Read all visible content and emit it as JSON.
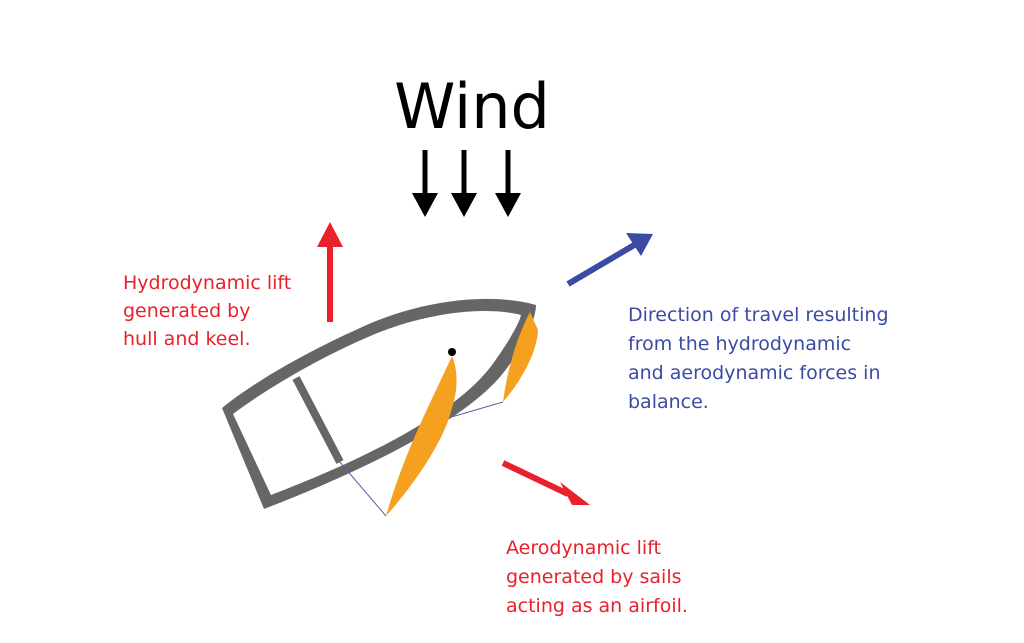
{
  "title": "Wind",
  "labels": {
    "hydro": [
      "Hydrodynamic lift",
      "generated by",
      "hull and keel."
    ],
    "travel": [
      "Direction of travel resulting",
      "from the hydrodynamic",
      "and aerodynamic forces in",
      "balance."
    ],
    "aero": [
      "Aerodynamic lift",
      "generated by sails",
      "acting as an airfoil."
    ]
  },
  "colors": {
    "wind": "#000000",
    "lift": "#e8212b",
    "travel": "#3b4aa3",
    "hull": "#666666",
    "deck": "#ffffff",
    "sail": "#f5a01e",
    "rigging": "#5a5fb0"
  }
}
